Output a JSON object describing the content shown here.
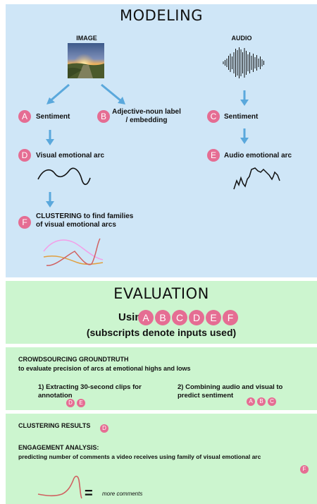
{
  "modeling": {
    "title": "MODELING",
    "image_label": "IMAGE",
    "audio_label": "AUDIO",
    "a_sentiment": "Sentiment",
    "b_adjnoun": "Adjective-noun label / embedding",
    "c_sentiment": "Sentiment",
    "d_visual_arc": "Visual emotional arc",
    "e_audio_arc": "Audio emotional arc",
    "f_clustering": "CLUSTERING to find families of visual emotional arcs"
  },
  "badges": {
    "a": "A",
    "b": "B",
    "c": "C",
    "d": "D",
    "e": "E",
    "f": "F"
  },
  "evaluation": {
    "title": "EVALUATION",
    "using": "Using",
    "subscripts": "(subscripts denote inputs used)",
    "crowd_title": "CROWDSOURCING GROUNDTRUTH",
    "crowd_desc": "to evaluate precision of arcs at emotional highs and lows",
    "step1": "1) Extracting 30-second clips for annotation",
    "step2": "2) Combining audio and visual to predict sentiment",
    "clustering_results": "CLUSTERING RESULTS",
    "engagement_title": "ENGAGEMENT ANALYSIS:",
    "engagement_desc": "predicting number of comments a video receives using family of visual emotional arc",
    "equals": "=",
    "more_comments": "more comments"
  },
  "colors": {
    "blue_panel": "#cfe6f7",
    "green_panel": "#ccf5cf",
    "badge_pink": "#e56d93",
    "arrow_blue": "#5aa8dc"
  }
}
